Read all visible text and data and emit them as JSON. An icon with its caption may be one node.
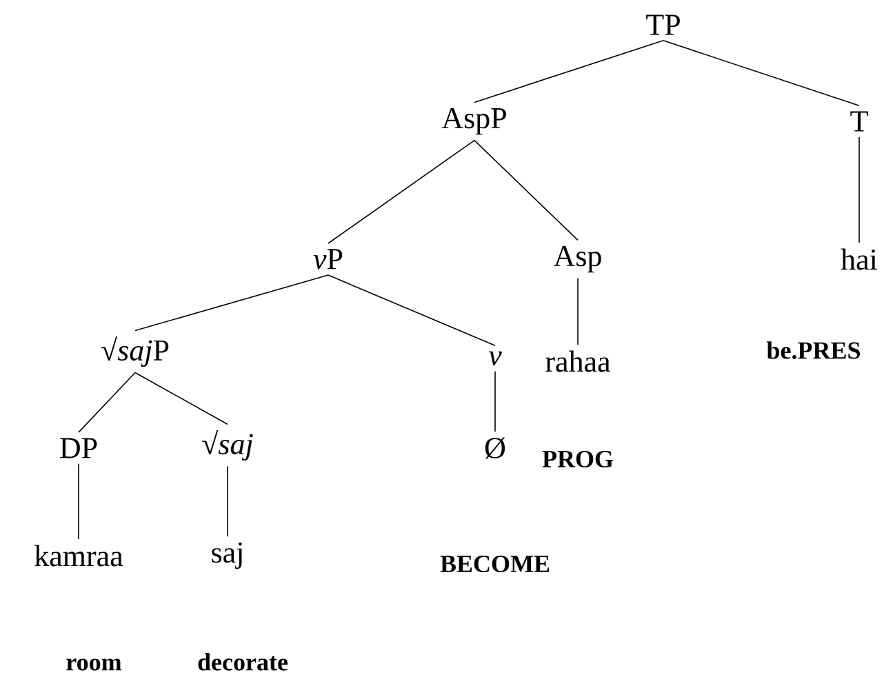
{
  "diagram": {
    "nodes": [
      {
        "text": [
          "TP"
        ]
      },
      {
        "text": [
          "AspP"
        ]
      },
      {
        "text": [
          "T"
        ]
      },
      {
        "text": [
          "\\textit{v}\\textup{P}"
        ]
      },
      {
        "text": [
          "Asp"
        ]
      },
      {
        "text": [
          "hai"
        ],
        "beside": [
          "be.PRES"
        ]
      },
      {
        "text": [
          "\\textup{√}\\textit{saj}\\textup{P}"
        ]
      },
      {
        "text": [
          "\\textit{v}"
        ]
      },
      {
        "text": [
          "rahaa"
        ]
      },
      {
        "text": [
          "DP"
        ]
      },
      {
        "text": [
          "√*saj*"
        ]
      },
      {
        "text": [
          "Ø"
        ],
        "beside": [
          "BECOME"
        ]
      },
      {
        "text": [
          "kamraa"
        ],
        "beside": [
          "room"
        ]
      },
      {
        "text": [
          "saj"
        ],
        "beside": [
          "decorate"
        ]
      }
    ],
    "edges": [
      {
        "from": 0,
        "to": 1,
        "arrow": "none"
      },
      {
        "from": 0,
        "to": 2,
        "arrow": "none"
      },
      {
        "from": 1,
        "to": 3,
        "arrow": "none"
      },
      {
        "from": 1,
        "to": 4,
        "arrow": "none"
      },
      {
        "from": 2,
        "to": 5,
        "arrow": "none"
      },
      {
        "from": 3,
        "to": 6,
        "arrow": "none"
      },
      {
        "from": 3,
        "to": 7,
        "arrow": "none"
      },
      {
        "from": 4,
        "to": 8,
        "arrow": "none"
      },
      {
        "from": 6,
        "to": 9,
        "arrow": "none"
      },
      {
        "from": 6,
        "to": 10,
        "arrow": "none"
      },
      {
        "from": 7,
        "to": 11,
        "arrow": "none"
      },
      {
        "from": 9,
        "to": 12,
        "arrow": "none"
      },
      {
        "from": 10,
        "to": 13,
        "arrow": "none"
      }
    ],
    "labels": [
      "PROG"
    ]
  }
}
